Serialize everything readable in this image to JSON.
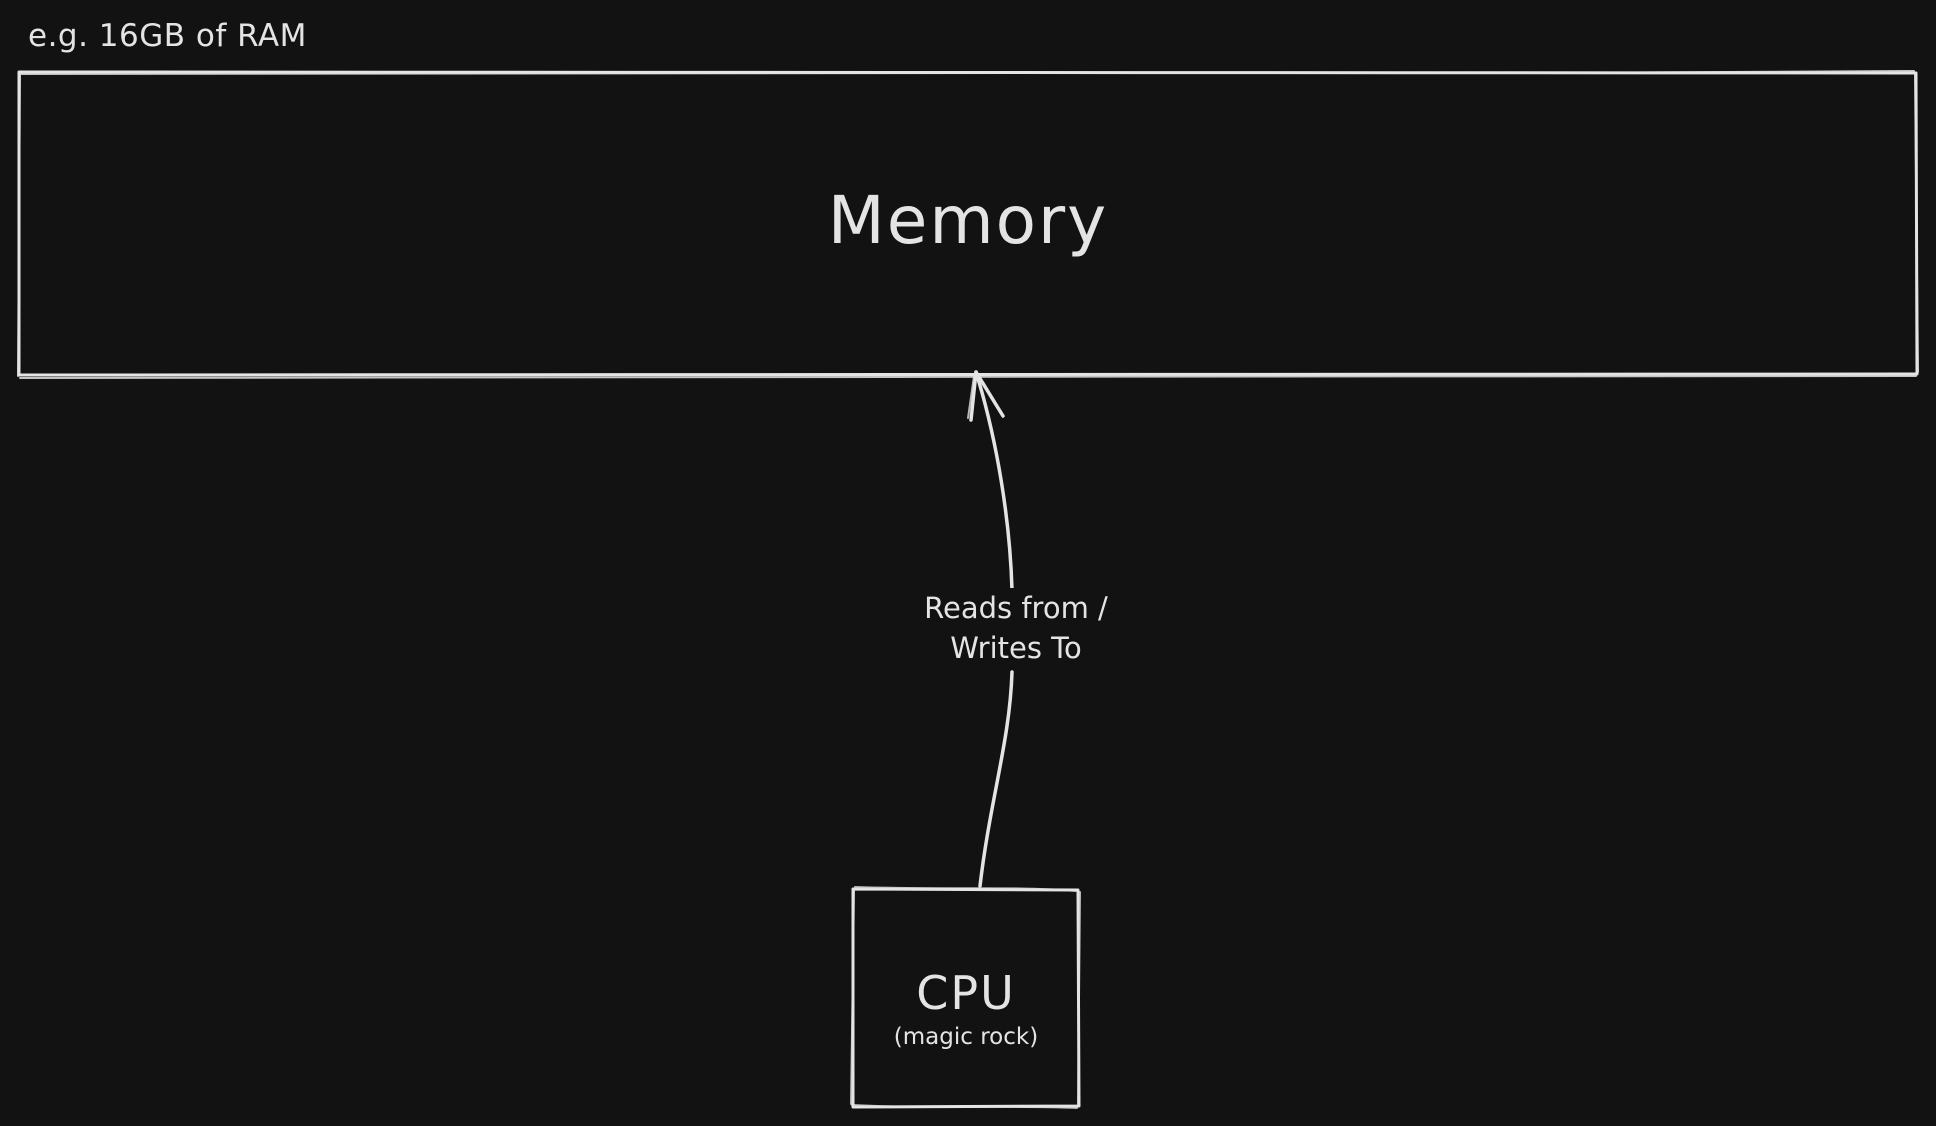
{
  "memory_note": "e.g. 16GB of RAM",
  "memory": {
    "label": "Memory"
  },
  "connection": {
    "label_line1": "Reads from /",
    "label_line2": "Writes To"
  },
  "cpu": {
    "label": "CPU",
    "sublabel": "(magic rock)"
  },
  "colors": {
    "background": "#121212",
    "stroke": "#e4e4e4"
  }
}
